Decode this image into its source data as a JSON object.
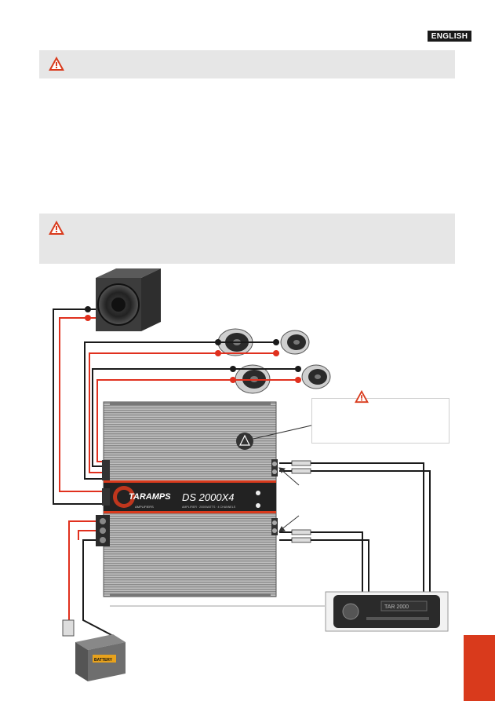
{
  "header": {
    "language_label": "ENGLISH"
  },
  "warnings": [
    {
      "id": "top",
      "icon": "warning-triangle-icon"
    },
    {
      "id": "mid",
      "icon": "warning-triangle-icon"
    }
  ],
  "amplifier": {
    "brand": "TARAMPS",
    "brand_sub": "AMPLIFIERS",
    "model": "DS 2000X4",
    "specs": "AMPLIFIER · 2000WATTS · 4 CHANNELS"
  },
  "battery": {
    "label": "BATTERY"
  },
  "head_unit": {
    "display": "TAR 2000 "
  },
  "colors": {
    "accent": "#d93a1c",
    "wire_red": "#e0301e",
    "wire_black": "#1a1a1a",
    "panel": "#e6e6e6"
  }
}
